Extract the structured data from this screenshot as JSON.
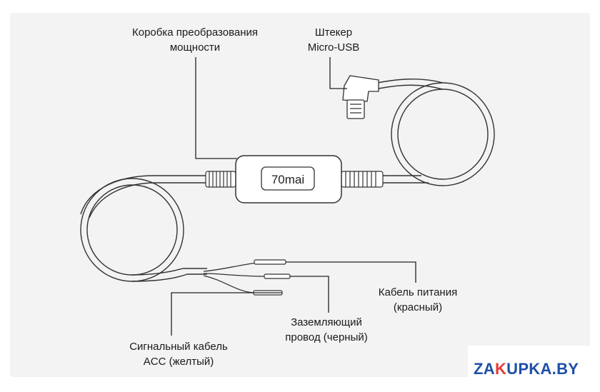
{
  "labels": {
    "power_box": [
      "Коробка преобразования",
      "мощности"
    ],
    "usb_plug": [
      "Штекер",
      "Micro-USB"
    ],
    "power_cable": [
      "Кабель питания",
      "(красный)"
    ],
    "ground_wire": [
      "Заземляющий",
      "провод (черный)"
    ],
    "acc_cable": [
      "Сигнальный кабель",
      "ACC (желтый)"
    ]
  },
  "device": {
    "brand": "70mai"
  },
  "watermark": {
    "prefix": "ZA",
    "accent": "K",
    "suffix": "UPKA.BY"
  },
  "colors": {
    "background": "#f3f3f3",
    "cable": "#333333",
    "watermark_blue": "#1e4fa8",
    "watermark_red": "#e53935"
  }
}
